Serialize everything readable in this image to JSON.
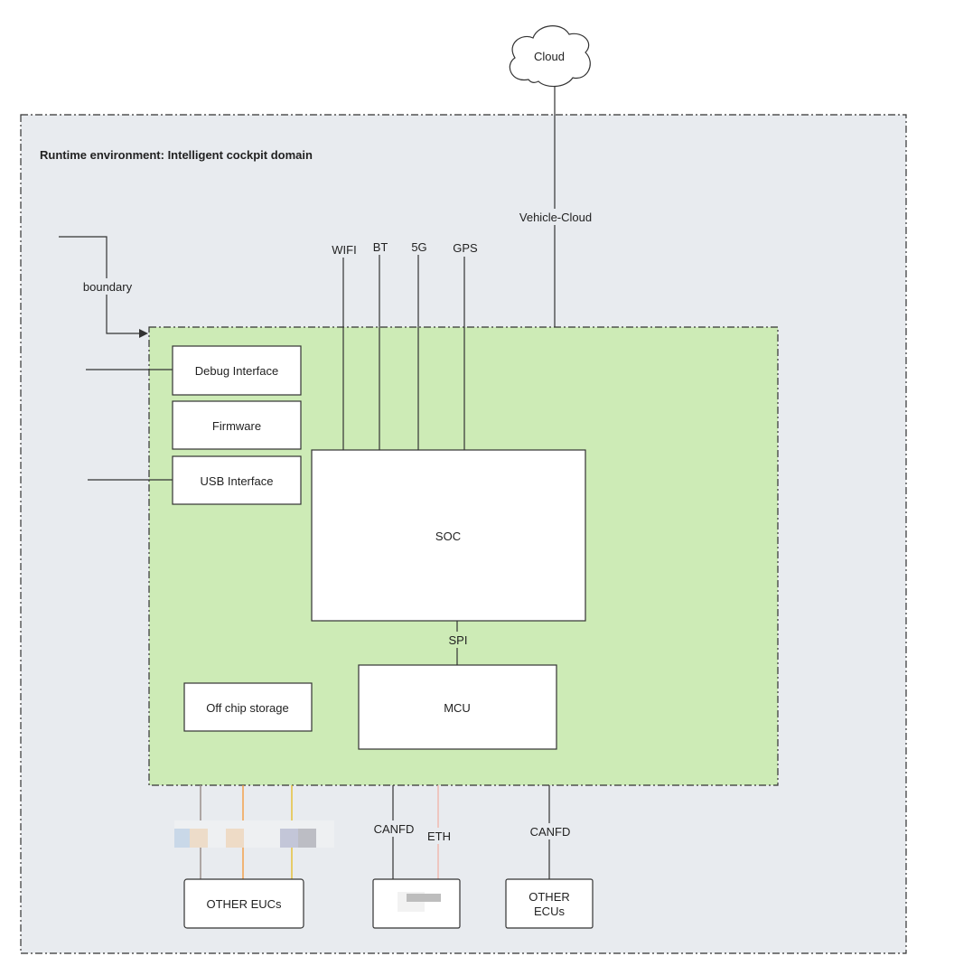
{
  "diagram": {
    "cloud": "Cloud",
    "runtime_title": "Runtime environment: Intelligent cockpit domain",
    "boundary": "boundary",
    "wireless": {
      "wifi": "WIFI",
      "bt": "BT",
      "fiveg": "5G",
      "gps": "GPS"
    },
    "vehicle_cloud": "Vehicle-Cloud",
    "boxes": {
      "debug": "Debug Interface",
      "firmware": "Firmware",
      "usb": "USB Interface",
      "soc": "SOC",
      "mcu": "MCU",
      "storage": "Off chip storage",
      "other_eucs": "OTHER EUCs",
      "other_ecus_line1": "OTHER",
      "other_ecus_line2": "ECUs"
    },
    "links": {
      "spi": "SPI",
      "canfd_1": "CANFD",
      "eth": "ETH",
      "canfd_2": "CANFD"
    },
    "colors": {
      "runtime_bg": "#e8ebef",
      "domain_bg": "#cdebb6",
      "line": "#333333",
      "orange": "#f2a14c",
      "yellow": "#e6c23a",
      "grey_line": "#9a8e8a",
      "pink": "#f0b9b0"
    }
  }
}
